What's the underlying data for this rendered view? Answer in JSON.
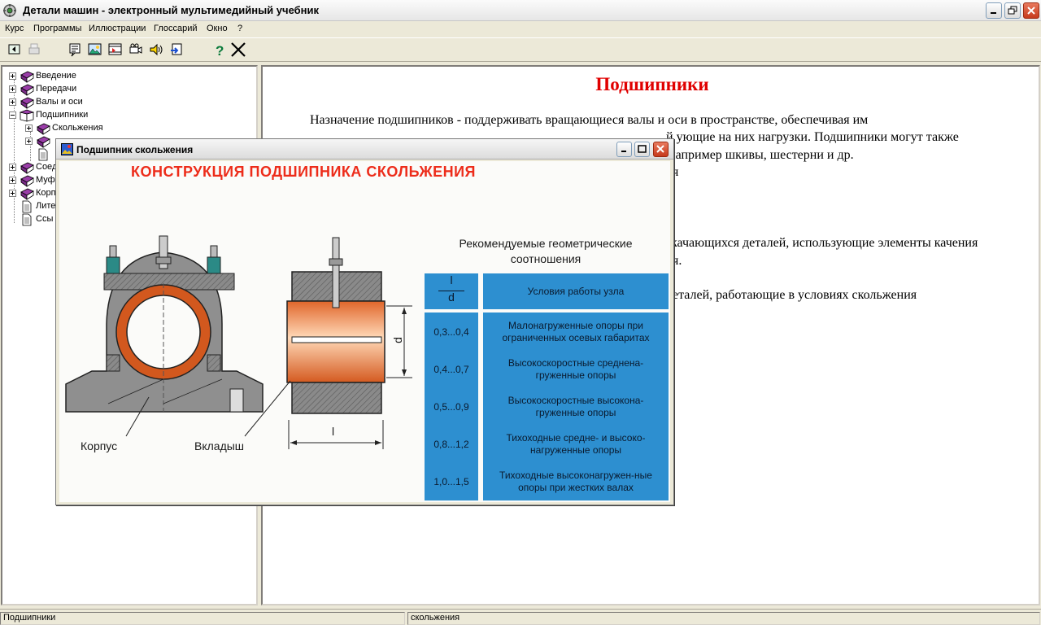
{
  "window": {
    "title": "Детали машин - электронный мультимедийный учебник"
  },
  "menu": [
    "Курс",
    "Программы",
    "Иллюстрации",
    "Глоссарий",
    "Окно",
    "?"
  ],
  "toolbar": {
    "icons": [
      "exit-to-start-icon",
      "print-icon",
      "notes-icon",
      "illustration-icon",
      "animation-icon",
      "video-icon",
      "sound-icon",
      "export-icon",
      "help-icon",
      "close-tools-icon"
    ]
  },
  "tree": {
    "items": [
      {
        "label": "Введение",
        "icon": "book-icon",
        "expander": "plus"
      },
      {
        "label": "Передачи",
        "icon": "book-icon",
        "expander": "plus"
      },
      {
        "label": "Валы и оси",
        "icon": "book-icon",
        "expander": "plus"
      },
      {
        "label": "Подшипники",
        "icon": "open-book-icon",
        "expander": "minus"
      },
      {
        "label": "Скольжения",
        "icon": "book-icon",
        "expander": "plus"
      },
      {
        "label": "",
        "icon": "book-icon",
        "expander": "plus"
      },
      {
        "label": "",
        "icon": "page-icon",
        "expander": ""
      },
      {
        "label": "Соед",
        "icon": "book-icon",
        "expander": "plus"
      },
      {
        "label": "Муф",
        "icon": "book-icon",
        "expander": "plus"
      },
      {
        "label": "Корп",
        "icon": "book-icon",
        "expander": "plus"
      },
      {
        "label": "Лите",
        "icon": "page-icon",
        "expander": ""
      },
      {
        "label": "Ссы",
        "icon": "page-icon",
        "expander": ""
      }
    ]
  },
  "content": {
    "title": "Подшипники",
    "lines": [
      "Назначение подшипников - поддерживать вращающиеся валы и оси в пространстве, обеспечивая им",
      "й        ующие на них нагрузки. Подшипники могут также",
      "например шкивы, шестерни и др.",
      "я",
      "качающихся деталей, использующие элементы качения",
      "я.",
      "еталей, работающие в условиях скольжения"
    ]
  },
  "child_window": {
    "title": "Подшипник скольжения",
    "poster": {
      "title": "КОНСТРУКЦИЯ  ПОДШИПНИКА  СКОЛЬЖЕНИЯ",
      "table_heading_line1": "Рекомендуемые геометрические",
      "table_heading_line2": "соотношения",
      "ratio_top": "l",
      "ratio_bottom": "d",
      "conditions_header": "Условия работы узла",
      "rows": [
        {
          "ratio": "0,3...0,4",
          "condition": "Малонагруженные опоры при ограниченных осевых габаритах"
        },
        {
          "ratio": "0,4...0,7",
          "condition": "Высокоскоростные среднена-груженные опоры"
        },
        {
          "ratio": "0,5...0,9",
          "condition": "Высокоскоростные высокона-груженные опоры"
        },
        {
          "ratio": "0,8...1,2",
          "condition": "Тихоходные средне- и высоко-нагруженные опоры"
        },
        {
          "ratio": "1,0...1,5",
          "condition": "Тихоходные высоконагружен-ные опоры при жестких валах"
        }
      ],
      "caption_housing": "Корпус",
      "caption_liner": "Вкладыш",
      "dim_d": "d",
      "dim_l": "l"
    }
  },
  "statusbar": {
    "left": "Подшипники",
    "right": "скольжения"
  }
}
